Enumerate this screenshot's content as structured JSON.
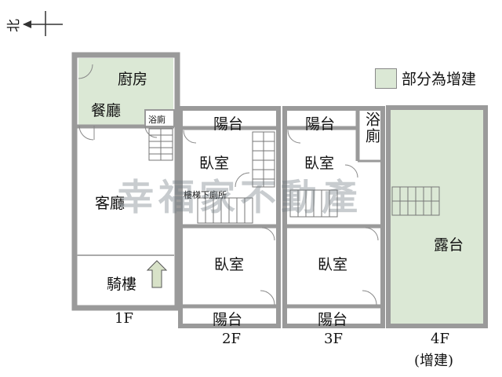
{
  "compass": {
    "label": "北"
  },
  "legend": {
    "label": "部分為增建",
    "color": "#dbe8d5"
  },
  "watermark": "幸福家不動產",
  "floors": {
    "f1": {
      "name": "1F",
      "rooms": {
        "kitchen": "廚房",
        "dining": "餐廳",
        "bath": "浴廁",
        "living": "客廳",
        "arcade": "騎樓"
      }
    },
    "f2": {
      "name": "2F",
      "rooms": {
        "balcony_top": "陽台",
        "bedroom_top": "臥室",
        "stair_toilet": "樓梯下廁所",
        "bedroom_bottom": "臥室",
        "balcony_bottom": "陽台"
      }
    },
    "f3": {
      "name": "3F",
      "rooms": {
        "balcony_top": "陽台",
        "bath": "浴廁",
        "bedroom_top": "臥室",
        "bedroom_bottom": "臥室",
        "balcony_bottom": "陽台"
      }
    },
    "f4": {
      "name": "4F",
      "note": "(增建)",
      "rooms": {
        "terrace": "露台"
      }
    }
  },
  "colors": {
    "wall": "#9a9a9a",
    "wall_dark": "#666666",
    "addition": "#dbe8d5",
    "arrow": "#d8e2c8"
  }
}
